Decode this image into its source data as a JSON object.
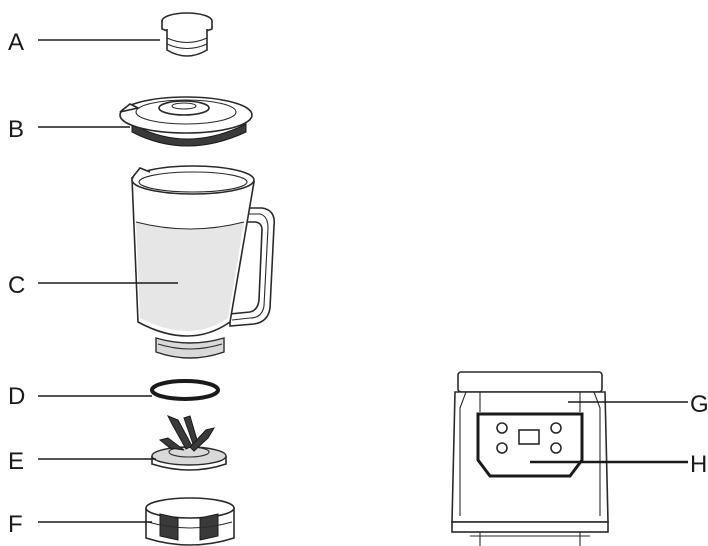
{
  "labels": {
    "a": "A",
    "b": "B",
    "c": "C",
    "d": "D",
    "e": "E",
    "f": "F",
    "g": "G",
    "h": "H"
  },
  "colors": {
    "line": "#1a1a1a",
    "jar_tint": "#e6e6e6",
    "background": "#ffffff"
  }
}
